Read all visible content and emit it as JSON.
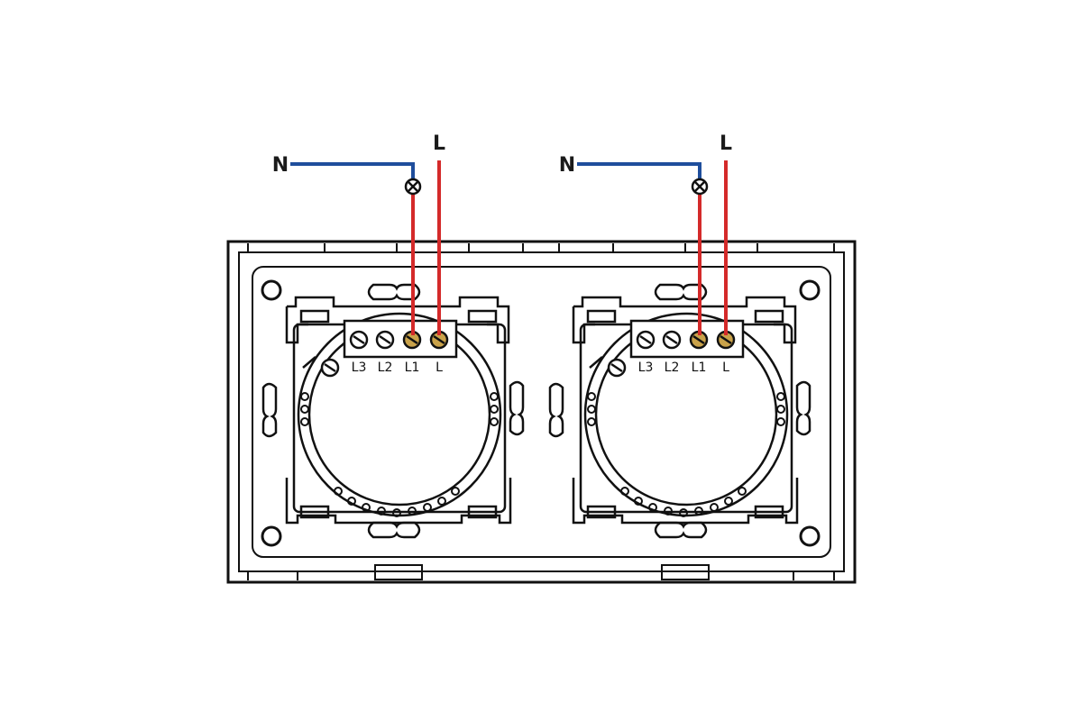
{
  "colors": {
    "neutral_wire": "#1f4e9c",
    "live_wire": "#d42a2a",
    "outline": "#111111",
    "terminal_fill": "#c9a24a",
    "background": "#ffffff"
  },
  "modules": [
    {
      "neutral_label": "N",
      "live_label": "L",
      "terminals": [
        "L3",
        "L2",
        "L1",
        "L"
      ]
    },
    {
      "neutral_label": "N",
      "live_label": "L",
      "terminals": [
        "L3",
        "L2",
        "L1",
        "L"
      ]
    }
  ],
  "icons": {
    "lamp": "lamp-icon",
    "screw": "screw-icon"
  }
}
